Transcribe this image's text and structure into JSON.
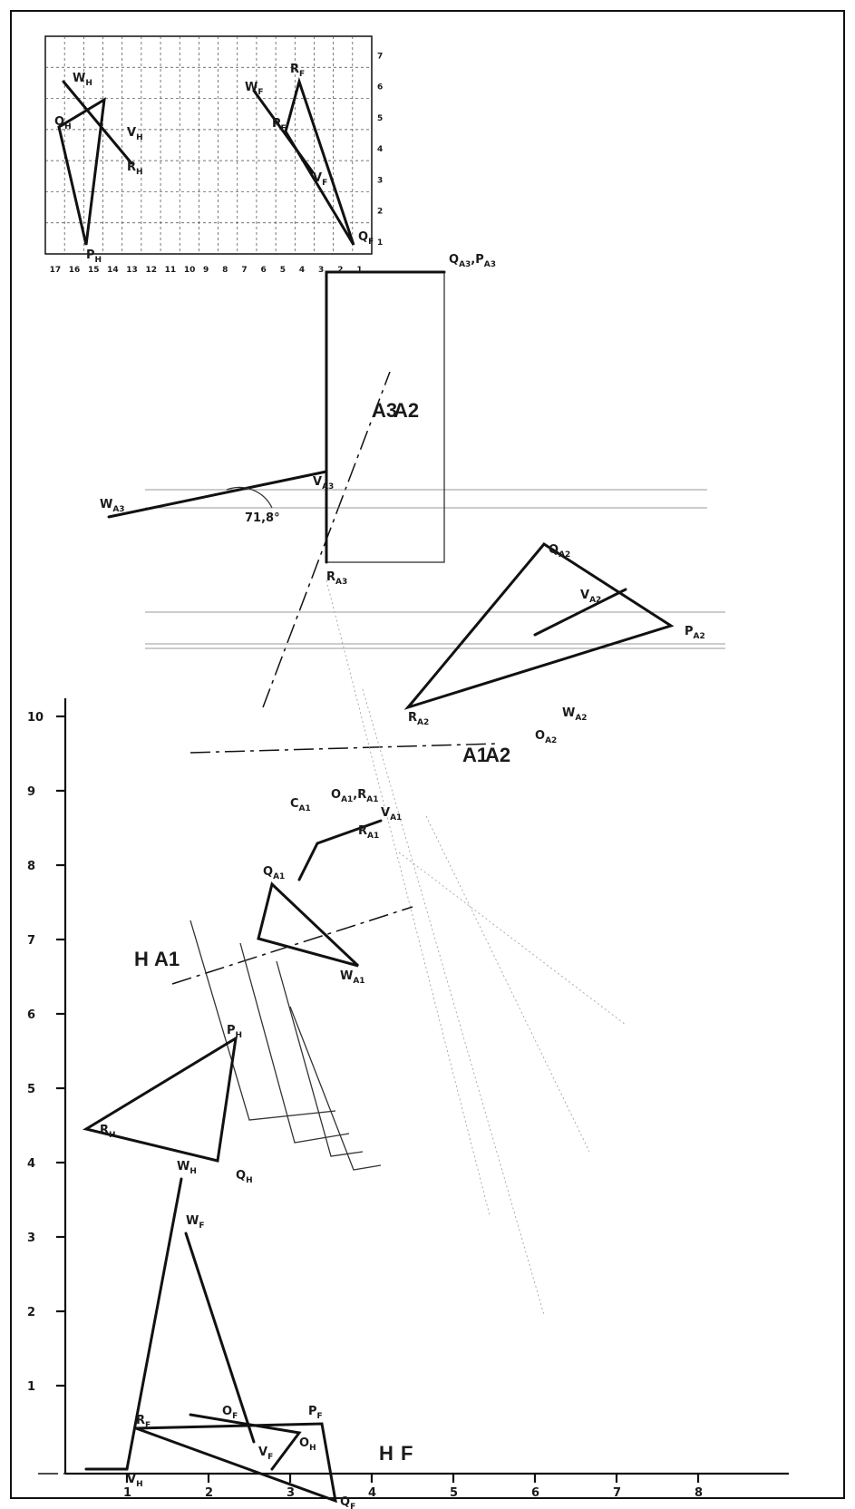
{
  "diagram": {
    "y_axis_ticks": [
      "10",
      "9",
      "8",
      "7",
      "6",
      "5",
      "4",
      "3",
      "2",
      "1"
    ],
    "x_axis_ticks": [
      "1",
      "2",
      "3",
      "4",
      "5",
      "6",
      "7",
      "8"
    ],
    "fold_lines": {
      "hf_top": "H",
      "hf_bottom": "F",
      "ha1_left": "H",
      "ha1_right": "A1",
      "a1a2_top": "A1",
      "a1a2_bottom": "A2",
      "a2a3_top": "A3",
      "a2a3_bottom": "A2"
    },
    "angle_label": "71,8°",
    "points": {
      "PH": {
        "main": "P",
        "sub": "H"
      },
      "QH": {
        "main": "Q",
        "sub": "H"
      },
      "RH": {
        "main": "R",
        "sub": "H"
      },
      "VH": {
        "main": "V",
        "sub": "H"
      },
      "WH": {
        "main": "W",
        "sub": "H"
      },
      "OH": {
        "main": "O",
        "sub": "H"
      },
      "PF": {
        "main": "P",
        "sub": "F"
      },
      "QF": {
        "main": "Q",
        "sub": "F"
      },
      "RF": {
        "main": "R",
        "sub": "F"
      },
      "VF": {
        "main": "V",
        "sub": "F"
      },
      "WF": {
        "main": "W",
        "sub": "F"
      },
      "OF": {
        "main": "O",
        "sub": "F"
      },
      "QA1": {
        "main": "Q",
        "sub": "A1"
      },
      "WA1": {
        "main": "W",
        "sub": "A1"
      },
      "CA1": {
        "main": "C",
        "sub": "A1"
      },
      "OA1RA1": {
        "main": "O",
        "sub": "A1",
        "main2": "R",
        "sub2": "A1"
      },
      "RA1": {
        "main": "R",
        "sub": "A1"
      },
      "VA1": {
        "main": "V",
        "sub": "A1"
      },
      "QA2": {
        "main": "Q",
        "sub": "A2"
      },
      "PA2": {
        "main": "P",
        "sub": "A2"
      },
      "VA2": {
        "main": "V",
        "sub": "A2"
      },
      "WA2": {
        "main": "W",
        "sub": "A2"
      },
      "RA2": {
        "main": "R",
        "sub": "A2"
      },
      "OA2": {
        "main": "O",
        "sub": "A2"
      },
      "WA3": {
        "main": "W",
        "sub": "A3"
      },
      "VA3": {
        "main": "V",
        "sub": "A3"
      },
      "RA3": {
        "main": "R",
        "sub": "A3"
      },
      "QA3PA3": {
        "main": "Q",
        "sub": "A3",
        "main2": "P",
        "sub2": "A3"
      }
    },
    "inset": {
      "row_labels": [
        "17",
        "16",
        "15",
        "14",
        "13",
        "12",
        "11",
        "10",
        "9",
        "8",
        "7",
        "6",
        "5",
        "4",
        "3",
        "2",
        "1"
      ],
      "col_labels": [
        "1",
        "2",
        "3",
        "4",
        "5",
        "6",
        "7"
      ],
      "points": {
        "QH": {
          "main": "Q",
          "sub": "H"
        },
        "WH": {
          "main": "W",
          "sub": "H"
        },
        "RH": {
          "main": "R",
          "sub": "H"
        },
        "VH": {
          "main": "V",
          "sub": "H"
        },
        "PH": {
          "main": "P",
          "sub": "H"
        },
        "WF": {
          "main": "W",
          "sub": "F"
        },
        "RF": {
          "main": "R",
          "sub": "F"
        },
        "VF": {
          "main": "V",
          "sub": "F"
        },
        "QF": {
          "main": "Q",
          "sub": "F"
        },
        "PF": {
          "main": "P",
          "sub": "F"
        }
      }
    }
  }
}
